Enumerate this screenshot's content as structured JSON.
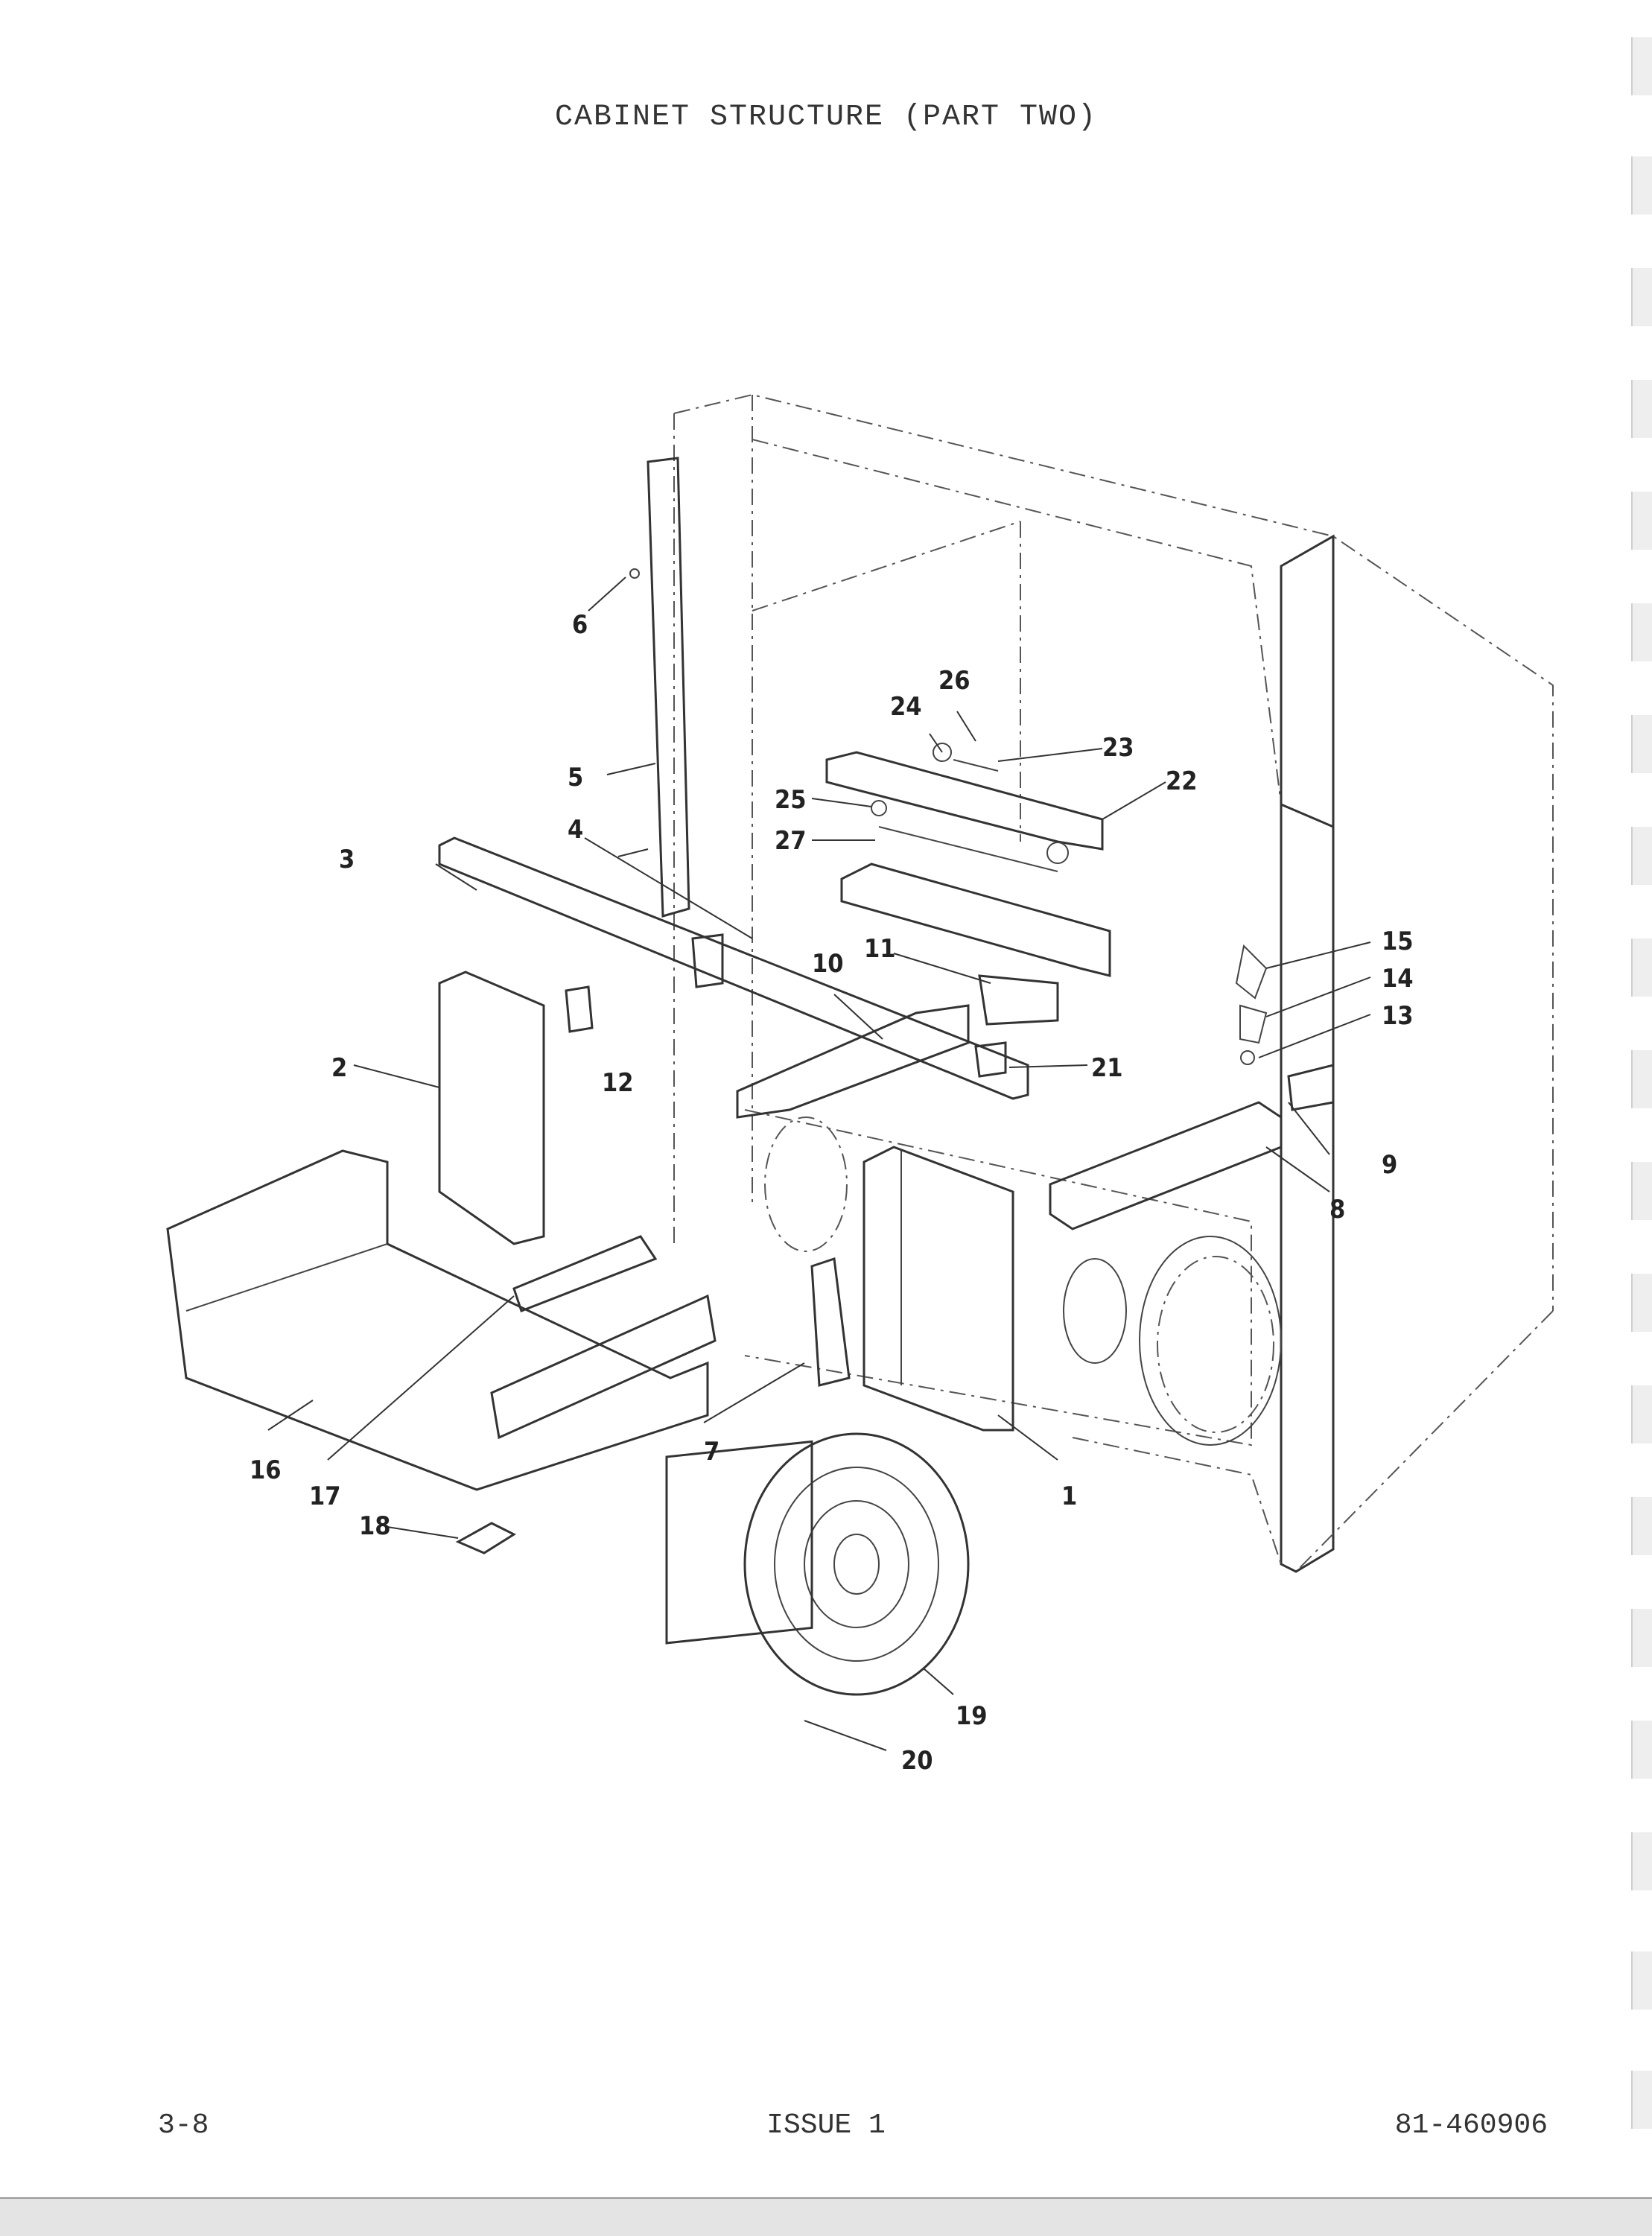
{
  "title": "CABINET STRUCTURE (PART TWO)",
  "footer": {
    "left": "3-8",
    "center": "ISSUE 1",
    "right": "81-460906"
  },
  "callouts": [
    "1",
    "2",
    "3",
    "4",
    "5",
    "6",
    "7",
    "8",
    "9",
    "10",
    "11",
    "12",
    "13",
    "14",
    "15",
    "16",
    "17",
    "18",
    "19",
    "20",
    "21",
    "22",
    "23",
    "24",
    "25",
    "26",
    "27"
  ]
}
